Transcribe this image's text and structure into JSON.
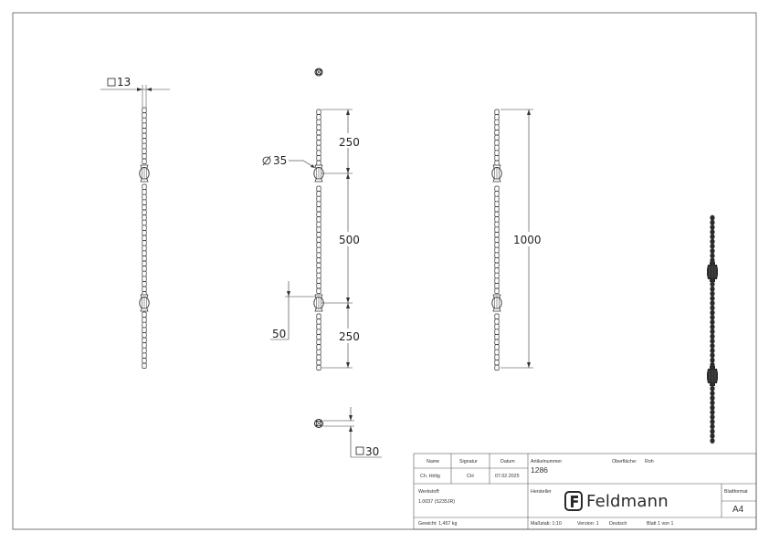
{
  "dimensions": {
    "square_top": "13",
    "section_a": "250",
    "section_b": "500",
    "section_c": "250",
    "diameter": "35",
    "offset": "50",
    "total_length": "1000",
    "square_bottom": "30"
  },
  "title_block": {
    "name_header": "Name",
    "signature_header": "Signatur",
    "date_header": "Datum",
    "name_value": "Ch. Hölig",
    "signature_value": "CH",
    "date_value": "07.02.2025",
    "article_label": "Artikelnummer",
    "article_value": "1286",
    "surface_label": "Oberfläche:",
    "surface_value": "Roh",
    "material_label": "Werkstoff:",
    "material_value": "1.0037 (S235JR)",
    "manufacturer_label": "Hersteller",
    "manufacturer_name": "Feldmann",
    "format_label": "Blattformat",
    "format_value": "A4",
    "weight": "Gewicht: 1,457 kg",
    "scale": "Maßstab: 1:10",
    "version": "Version: 1",
    "language": "Deutsch",
    "sheet": "Blatt 1 von 1"
  }
}
